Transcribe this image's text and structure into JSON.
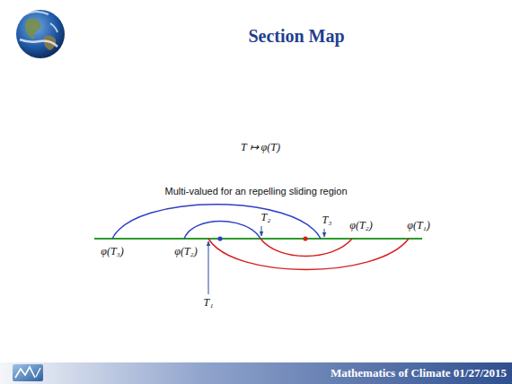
{
  "diagram": {
    "title": "Section Map",
    "labels": [
      "T ↦ φ(T)",
      "Multi-valued for an repelling sliding region",
      "T₂",
      "T₃",
      "φ(T₂)",
      "φ(T₁)",
      "φ(T₃)",
      "φ(T₂)",
      "T₁",
      "Mathematics of Climate 01/27/2015"
    ]
  }
}
